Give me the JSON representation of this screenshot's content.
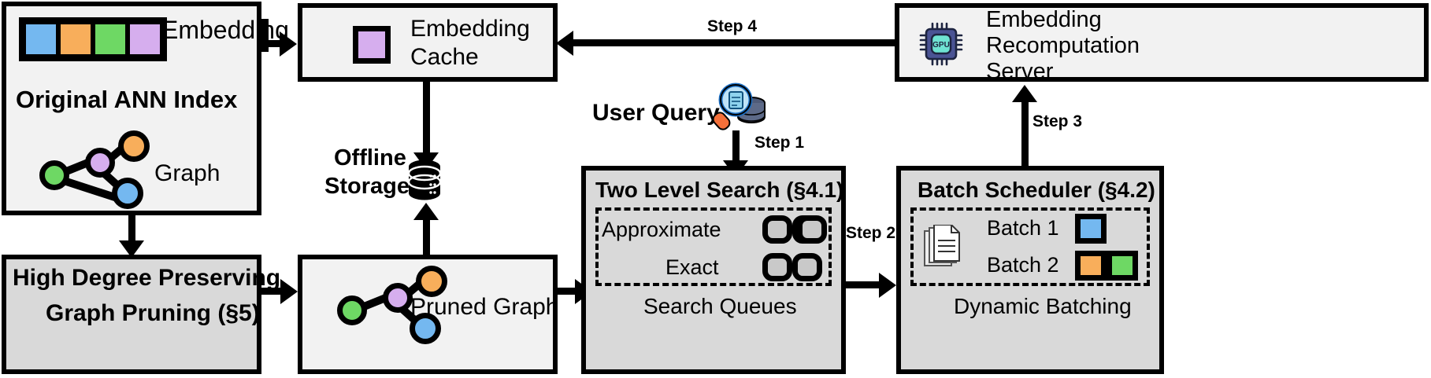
{
  "diagram": {
    "title": "ANN search system architecture with embedding recomputation",
    "colors": {
      "blue": "#74b8f0",
      "orange": "#f8ae5b",
      "green": "#6ed864",
      "purple": "#d6aeee",
      "box_fill": "#f2f2f2",
      "box_shade": "#d9d9d9",
      "queue_cell": "#c9c9c9",
      "gpu_frame": "#4a5394",
      "gpu_core": "#6fe3d2",
      "stroke": "#000000"
    }
  },
  "original_ann_index": {
    "title": "Original ANN Index",
    "embedding_label": "Embedding",
    "graph_label": "Graph",
    "embedding_cells": [
      "blue",
      "orange",
      "green",
      "purple"
    ],
    "graph_nodes": [
      "green",
      "purple",
      "orange",
      "blue"
    ]
  },
  "pruning_box": {
    "line1": "High Degree Preserving",
    "line2": "Graph Pruning (§5)"
  },
  "embedding_cache": {
    "line1": "Embedding",
    "line2": "Cache",
    "swatch_color": "purple"
  },
  "offline_storage": {
    "line1": "Offline",
    "line2": "Storage",
    "icon": "database-cylinder-icon"
  },
  "pruned_graph": {
    "label": "Pruned Graph",
    "graph_nodes": [
      "green",
      "purple",
      "orange",
      "blue"
    ]
  },
  "user_query": {
    "label": "User Query",
    "icon": "magnifier-database-icon"
  },
  "two_level_search": {
    "title": "Two Level Search (§4.1)",
    "rows": [
      {
        "label": "Approximate",
        "cells": 3
      },
      {
        "label": "Exact",
        "cells": 2
      }
    ],
    "footer": "Search Queues"
  },
  "batch_scheduler": {
    "title": "Batch Scheduler (§4.2)",
    "icon": "documents-icon",
    "batches": [
      {
        "label": "Batch 1",
        "swatches": [
          "blue"
        ]
      },
      {
        "label": "Batch 2",
        "swatches": [
          "orange",
          "green"
        ]
      }
    ],
    "footer": "Dynamic Batching"
  },
  "recomputation_server": {
    "line1": "Embedding",
    "line2": "Recomputation",
    "line3": "Server",
    "icon": "gpu-chip-icon",
    "icon_text": "GPU"
  },
  "steps": {
    "step1": "Step 1",
    "step2": "Step 2",
    "step3": "Step 3",
    "step4": "Step 4"
  }
}
